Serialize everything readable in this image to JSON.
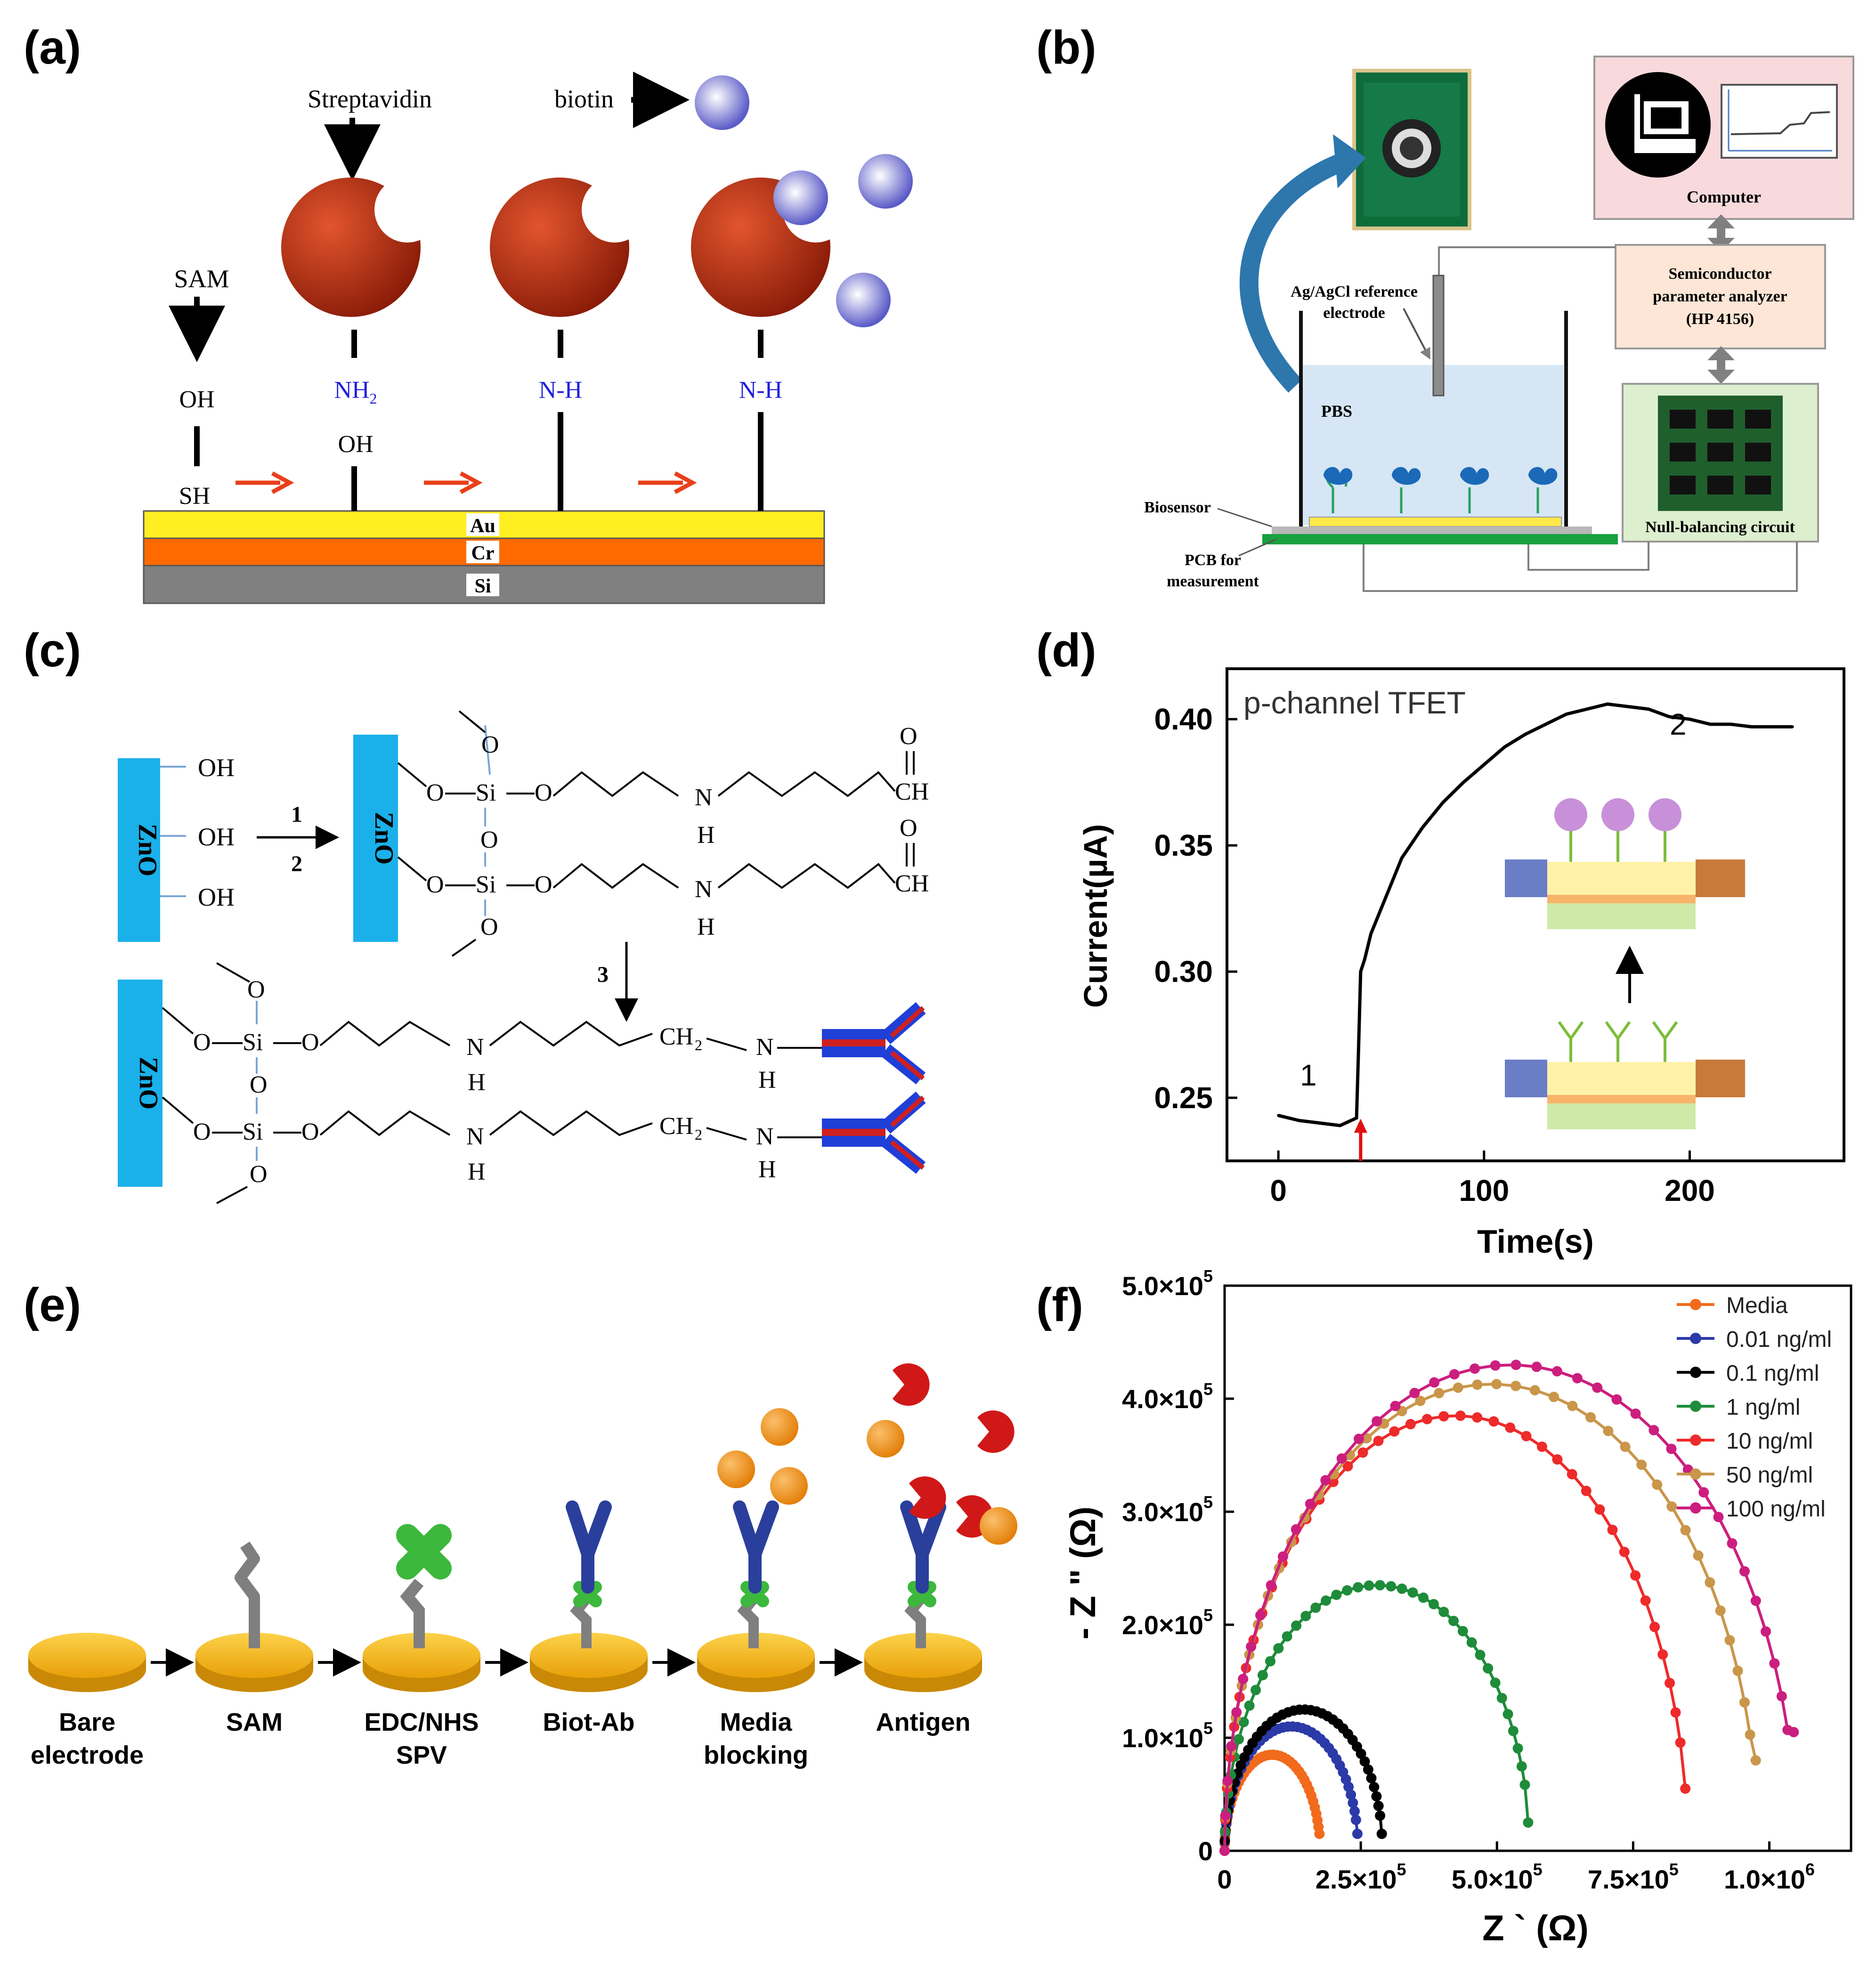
{
  "panels": {
    "a": {
      "letter": "(a)",
      "streptavidin": "Streptavidin",
      "biotin": "biotin",
      "sam": "SAM",
      "oh1": "OH",
      "sh": "SH",
      "nh": "NH",
      "nh_sub": "2",
      "oh2": "OH",
      "nh_bond1": "N-H",
      "nh_bond2": "N-H",
      "layer_au": "Au",
      "layer_cr": "Cr",
      "layer_si": "Si",
      "colors": {
        "protein": "#b32d10",
        "biotin": "#7a7ad6",
        "au": "#ffee22",
        "cr": "#ff6a00",
        "si": "#808080",
        "arrow": "#e8401b",
        "amine": "#1f1fdc"
      }
    },
    "b": {
      "letter": "(b)",
      "computer": "Computer",
      "analyzer_line1": "Semiconductor",
      "analyzer_line2": "parameter analyzer",
      "analyzer_line3": "(HP 4156)",
      "reference_line1": "Ag/AgCl reference",
      "reference_line2": "electrode",
      "pbs": "PBS",
      "biosensor": "Biosensor",
      "pcb_line1": "PCB for",
      "pcb_line2": "measurement",
      "circuit": "Null-balancing circuit",
      "colors": {
        "computer_box": "#f8d9dc",
        "analyzer_box": "#fde6d6",
        "circuit_box": "#dcefcf",
        "solution": "#d6e6f5",
        "pcb": "#1aa040"
      }
    },
    "c": {
      "letter": "(c)",
      "zno": "ZnO",
      "oh": "OH",
      "step1": "1",
      "step2": "2",
      "step3": "3",
      "o": "O",
      "si": "Si",
      "n": "N",
      "h": "H",
      "ch": "CH",
      "ch2": "CH",
      "ch2_sub": "2",
      "colors": {
        "zno": "#1ab0ea"
      }
    },
    "d": {
      "letter": "(d)",
      "chart_data": {
        "type": "line",
        "annotation": "p-channel TFET",
        "xlabel": "Time(s)",
        "ylabel": "Current(µA)",
        "xlim": [
          -25,
          275
        ],
        "ylim": [
          0.225,
          0.42
        ],
        "xticks": [
          "0",
          "100",
          "200"
        ],
        "yticks": [
          "0.25",
          "0.30",
          "0.35",
          "0.40"
        ],
        "markers": [
          "1",
          "2"
        ],
        "series": [
          {
            "x": [
              0,
              10,
              20,
              30,
              38,
              39,
              40,
              42,
              45,
              50,
              55,
              60,
              70,
              80,
              90,
              100,
              110,
              120,
              130,
              140,
              150,
              160,
              170,
              180,
              190,
              200,
              210,
              220,
              230,
              240,
              250
            ],
            "y": [
              0.243,
              0.241,
              0.24,
              0.239,
              0.242,
              0.27,
              0.3,
              0.305,
              0.315,
              0.325,
              0.335,
              0.345,
              0.357,
              0.367,
              0.375,
              0.382,
              0.389,
              0.394,
              0.398,
              0.402,
              0.404,
              0.406,
              0.405,
              0.404,
              0.401,
              0.4,
              0.398,
              0.398,
              0.397,
              0.397,
              0.397
            ]
          }
        ],
        "event_time": 40
      },
      "colors": {
        "line": "#000000",
        "event_arrow": "#e01010"
      }
    },
    "e": {
      "letter": "(e)",
      "steps": [
        {
          "line1": "Bare",
          "line2": "electrode"
        },
        {
          "line1": "SAM",
          "line2": ""
        },
        {
          "line1": "EDC/NHS",
          "line2": "SPV"
        },
        {
          "line1": "Biot-Ab",
          "line2": ""
        },
        {
          "line1": "Media",
          "line2": "blocking"
        },
        {
          "line1": "Antigen",
          "line2": ""
        }
      ],
      "colors": {
        "electrode": "#f5b40a",
        "linker": "#8a8a8a",
        "edc": "#3cb83c",
        "antibody": "#2a3f9c",
        "media": "#f08a10",
        "antigen": "#d01818"
      }
    },
    "f": {
      "letter": "(f)",
      "chart_data": {
        "type": "scatter",
        "xlabel": "Z ` (Ω)",
        "ylabel": "- Z \" (Ω)",
        "xlim": [
          0,
          1150000
        ],
        "ylim": [
          0,
          500000
        ],
        "xticks": [
          {
            "value": 0,
            "mant": "0",
            "exp": ""
          },
          {
            "value": 250000,
            "mant": "2.5×10",
            "exp": "5"
          },
          {
            "value": 500000,
            "mant": "5.0×10",
            "exp": "5"
          },
          {
            "value": 750000,
            "mant": "7.5×10",
            "exp": "5"
          },
          {
            "value": 1000000,
            "mant": "1.0×10",
            "exp": "6"
          }
        ],
        "yticks": [
          {
            "value": 0,
            "mant": "0",
            "exp": ""
          },
          {
            "value": 100000,
            "mant": "1.0×10",
            "exp": "5"
          },
          {
            "value": 200000,
            "mant": "2.0×10",
            "exp": "5"
          },
          {
            "value": 300000,
            "mant": "3.0×10",
            "exp": "5"
          },
          {
            "value": 400000,
            "mant": "4.0×10",
            "exp": "5"
          },
          {
            "value": 500000,
            "mant": "5.0×10",
            "exp": "5"
          }
        ],
        "legend_position": "top-right",
        "series": [
          {
            "name": "Media",
            "color": "#f26a1b",
            "r_end": 175000,
            "peak": 85000,
            "tail": 15000
          },
          {
            "name": "0.01 ng/ml",
            "color": "#2b3aa8",
            "r_end": 245000,
            "peak": 110000,
            "tail": 15000
          },
          {
            "name": "0.1 ng/ml",
            "color": "#000000",
            "r_end": 290000,
            "peak": 125000,
            "tail": 15000
          },
          {
            "name": "1 ng/ml",
            "color": "#1e8c3a",
            "r_end": 560000,
            "peak": 235000,
            "tail": 25000
          },
          {
            "name": "10 ng/ml",
            "color": "#ee2a2a",
            "r_end": 850000,
            "peak": 385000,
            "tail": 55000
          },
          {
            "name": "50 ng/ml",
            "color": "#c9964a",
            "r_end": 980000,
            "peak": 413000,
            "tail": 80000
          },
          {
            "name": "100 ng/ml",
            "color": "#cc1e7e",
            "r_end": 1050000,
            "peak": 430000,
            "tail": 105000
          }
        ]
      }
    }
  }
}
